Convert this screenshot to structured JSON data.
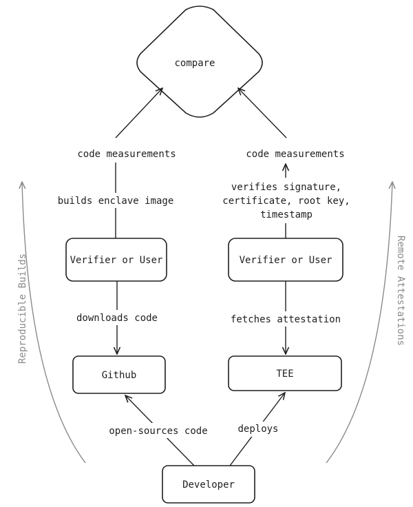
{
  "nodes": {
    "compare": "compare",
    "verifier_left": "Verifier or User",
    "verifier_right": "Verifier or User",
    "github": "Github",
    "tee": "TEE",
    "developer": "Developer"
  },
  "edge_labels": {
    "code_measurements_left": "code measurements",
    "code_measurements_right": "code measurements",
    "builds_enclave_image": "builds enclave image",
    "verifies_line1": "verifies signature,",
    "verifies_line2": "certificate, root key,",
    "verifies_line3": "timestamp",
    "downloads_code": "downloads code",
    "fetches_attestation": "fetches attestation",
    "open_sources_code": "open-sources code",
    "deploys": "deploys"
  },
  "side_labels": {
    "left": "Reproducible Builds",
    "right": "Remote Attestations"
  },
  "colors": {
    "stroke": "#1e1e1e",
    "side_stroke": "#8a8a8a",
    "background": "#ffffff"
  }
}
